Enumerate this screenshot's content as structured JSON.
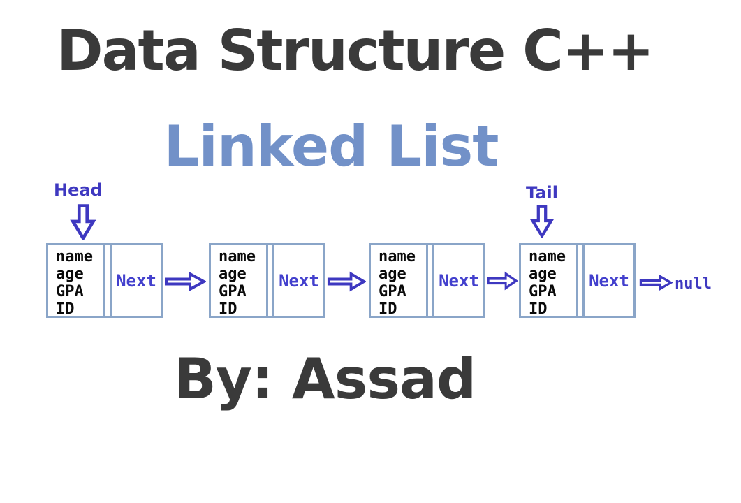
{
  "page": {
    "title": "Data Structure C++",
    "subtitle": "Linked List",
    "byline": "By: Assad"
  },
  "colors": {
    "background": "#ffffff",
    "title_text": "#3a3a3a",
    "subtitle_text": "#7291c8",
    "pointer_accent": "#3e38c0",
    "next_text": "#4340cd",
    "node_border": "#8aa5c8",
    "field_text": "#0a0a0a"
  },
  "diagram": {
    "head_label": "Head",
    "tail_label": "Tail",
    "null_label": "null",
    "nodes": [
      {
        "fields": [
          "name",
          "age",
          "GPA",
          "ID"
        ],
        "pointer": "Next"
      },
      {
        "fields": [
          "name",
          "age",
          "GPA",
          "ID"
        ],
        "pointer": "Next"
      },
      {
        "fields": [
          "name",
          "age",
          "GPA",
          "ID"
        ],
        "pointer": "Next"
      },
      {
        "fields": [
          "name",
          "age",
          "GPA",
          "ID"
        ],
        "pointer": "Next"
      }
    ]
  }
}
